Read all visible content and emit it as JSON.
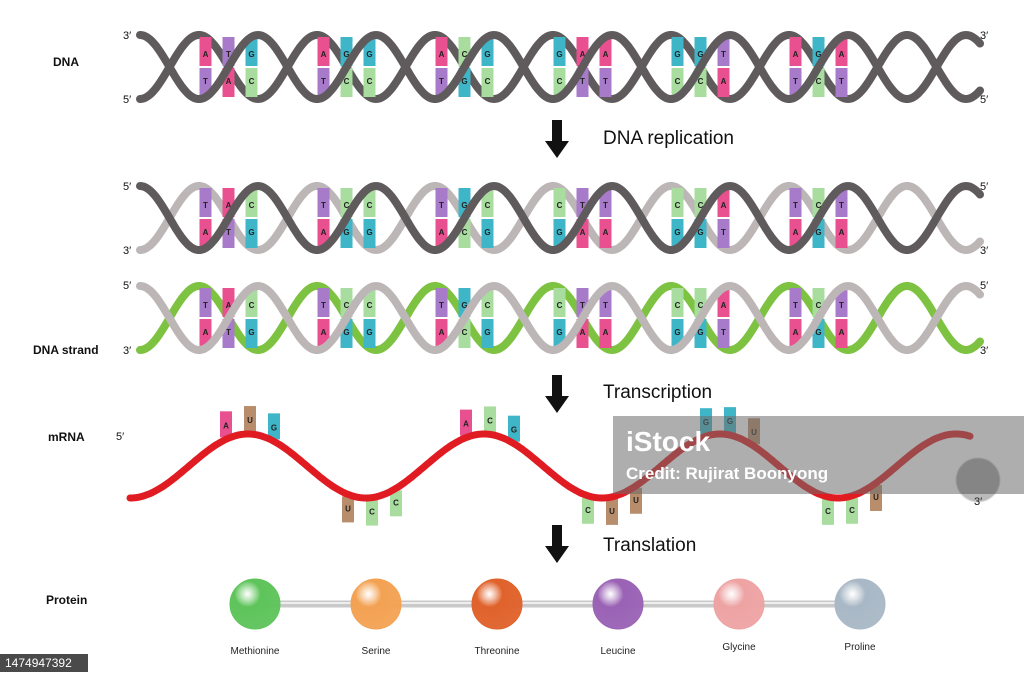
{
  "labels": {
    "dna": "DNA",
    "dna_strand": "DNA strand",
    "mrna": "mRNA",
    "protein": "Protein"
  },
  "ends": {
    "five": "5′",
    "three": "3′"
  },
  "steps": {
    "replication": "DNA replication",
    "transcription": "Transcription",
    "translation": "Translation"
  },
  "base_colors": {
    "A": "#e8508f",
    "T": "#a77bc9",
    "G": "#3fb6c8",
    "C": "#a8dd9f",
    "U": "#b88d6b"
  },
  "strand_colors": {
    "dark": "#5f5b5c",
    "light": "#bdb6b6",
    "green": "#7ec242",
    "red": "#e01b22"
  },
  "dna": {
    "top": "ATGAGGACGGAAGGTAGA",
    "bottom": "TACTCCTGCCTTCCATCT"
  },
  "replicated_1": {
    "top": "TACTCCTGCCTTCCATCT",
    "bottom": "ATGAGGACGGAAGGTAGA"
  },
  "replicated_2": {
    "top": "TACTCCTGCCTTCCATCT",
    "bottom": "ATGAGGACGGAAGGTAGA"
  },
  "mrna": {
    "codons": [
      "AUG",
      "UCC",
      "ACG",
      "CUU",
      "GGU",
      "CCU"
    ]
  },
  "protein": {
    "amino_acids": [
      {
        "name": "Methionine",
        "color": "#5ec45a"
      },
      {
        "name": "Serine",
        "color": "#f3a253"
      },
      {
        "name": "Threonine",
        "color": "#e0622b"
      },
      {
        "name": "Leucine",
        "color": "#9a62b5"
      },
      {
        "name": "Glycine",
        "color": "#eea3a3"
      },
      {
        "name": "Proline",
        "color": "#a9b8c6"
      }
    ]
  },
  "watermark": {
    "brand": "iStock",
    "credit": "Credit: Rujirat Boonyong"
  },
  "image_id": "1474947392"
}
